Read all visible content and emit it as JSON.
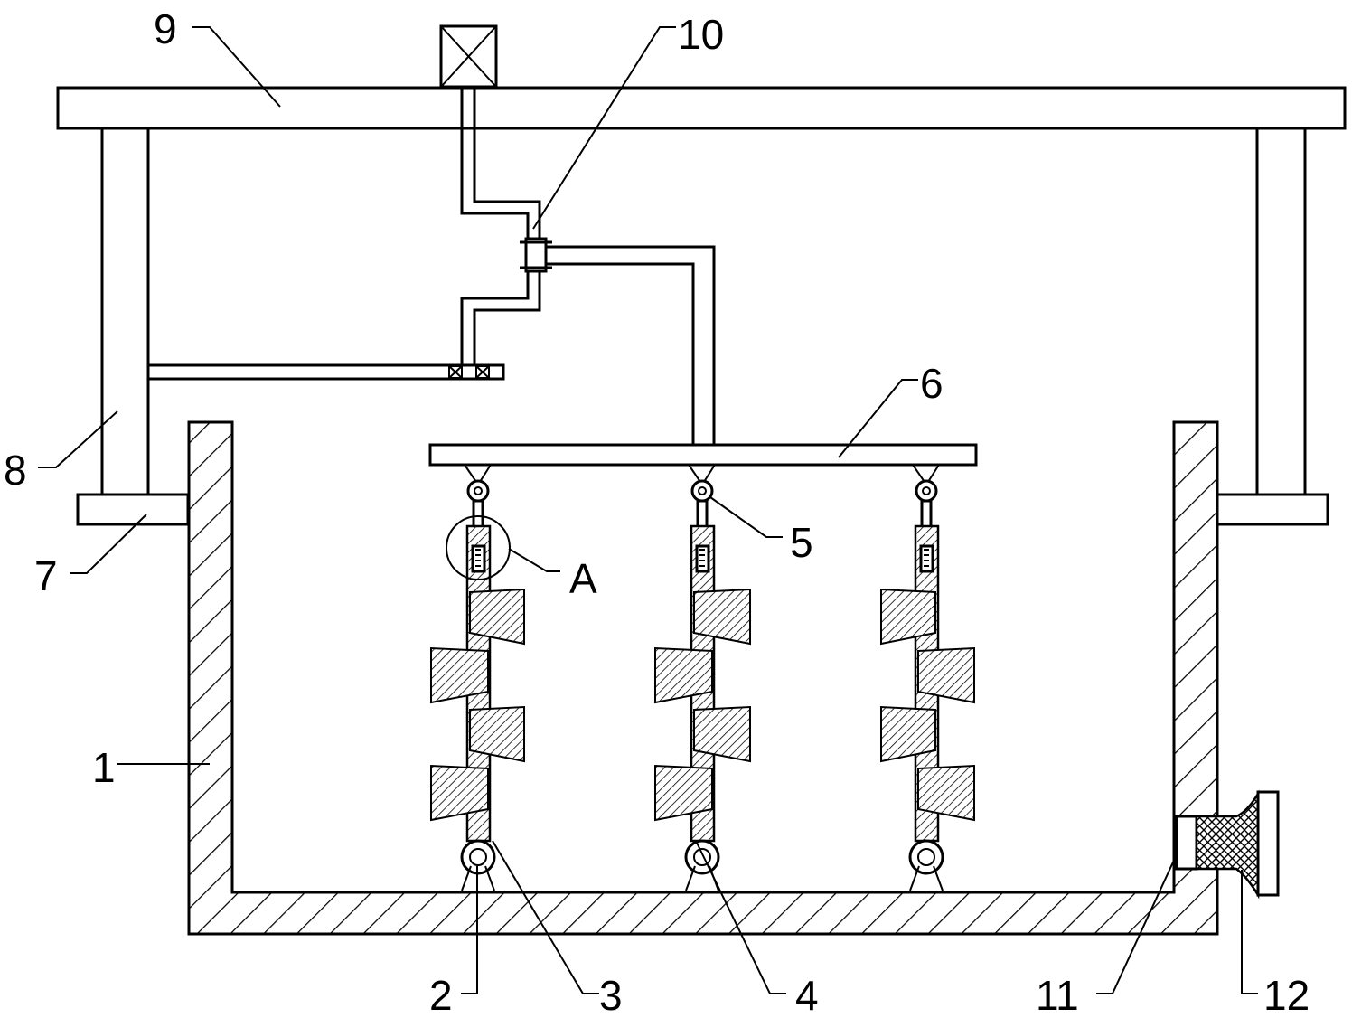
{
  "diagram": {
    "labels": {
      "l1": "1",
      "l2": "2",
      "l3": "3",
      "l4": "4",
      "l5": "5",
      "l6": "6",
      "l7": "7",
      "l8": "8",
      "l9": "9",
      "l10": "10",
      "l11": "11",
      "l12": "12",
      "lA": "A"
    }
  }
}
